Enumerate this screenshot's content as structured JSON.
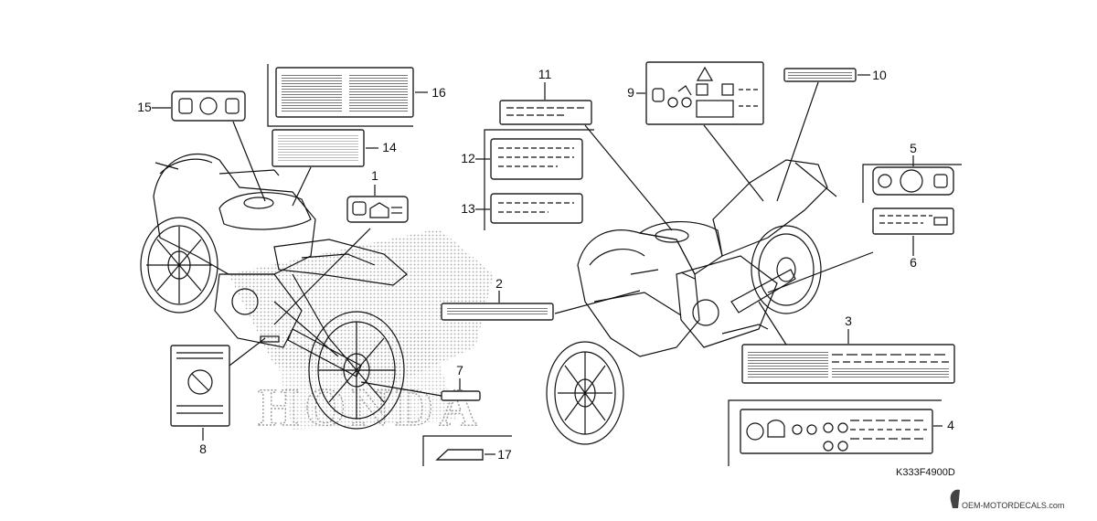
{
  "colors": {
    "ink": "#111111",
    "halftone": "#9a9a9a",
    "background": "#ffffff"
  },
  "labels": [
    {
      "number": "1",
      "icon": "lock-warning-icon"
    },
    {
      "number": "2",
      "icon": "long-label"
    },
    {
      "number": "3",
      "icon": "info-panel"
    },
    {
      "number": "4",
      "icon": "safety-pictograms"
    },
    {
      "number": "5",
      "icon": "helmet-key-icon"
    },
    {
      "number": "6",
      "icon": "text-label"
    },
    {
      "number": "7",
      "icon": "small-label"
    },
    {
      "number": "8",
      "icon": "no-entry-icon"
    },
    {
      "number": "9",
      "icon": "warning-triangle-icon"
    },
    {
      "number": "10",
      "icon": "strip-label"
    },
    {
      "number": "11",
      "icon": "text-label"
    },
    {
      "number": "12",
      "icon": "text-label"
    },
    {
      "number": "13",
      "icon": "text-label"
    },
    {
      "number": "14",
      "icon": "text-label"
    },
    {
      "number": "15",
      "icon": "helmet-book-icon"
    },
    {
      "number": "16",
      "icon": "text-label"
    },
    {
      "number": "17",
      "icon": "arrow-label"
    }
  ],
  "background_text": "HONDA",
  "diagram_code": "K333F4900D",
  "watermark": "OEM-MOTORDECALS.com"
}
